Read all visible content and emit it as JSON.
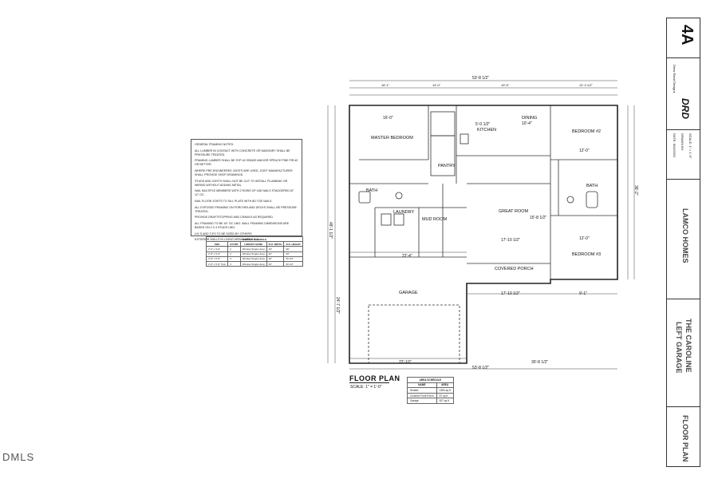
{
  "watermark": "DMLS",
  "plan": {
    "title": "FLOOR PLAN",
    "scale": "SCALE: 1\" = 1'-0\"",
    "rooms": {
      "master_bedroom": "MASTER BEDROOM",
      "kitchen": "KITCHEN",
      "dining": "DINING",
      "pantry": "PANTRY",
      "bath_master": "BATH",
      "laundry": "LAUNDRY",
      "mud_room": "MUD ROOM",
      "great_room": "GREAT ROOM",
      "bedroom2": "BEDROOM #2",
      "bath_hall": "BATH",
      "bedroom3": "BEDROOM #3",
      "covered_porch": "COVERED PORCH",
      "garage": "GARAGE"
    },
    "dimensions": {
      "overall_top": "53'-8 1/2\"",
      "overall_bottom": "53'-8 1/2\"",
      "top_a": "16'-1\"",
      "top_b": "14'-0\"",
      "top_c": "19'-5\"",
      "top_d": "12'-3 1/2\"",
      "master_w": "16'-0\"",
      "dining_w": "10'-4\"",
      "kitchen_w": "5'-0 1/2\"",
      "great_w": "17'-10 1/2\"",
      "great_h": "15'-8 1/2\"",
      "bed2_w": "12'-0\"",
      "bed3_w": "12'-0\"",
      "left_overall": "48'-1 1/2\"",
      "right_overall": "36'-2\"",
      "garage_w": "22'-4\"",
      "garage_bottom": "22'-10\"",
      "porch_bottom": "30'-8 1/2\"",
      "porch_w": "17'-10 1/2\"",
      "garage_h": "24'-7 1/2\"",
      "right_d": "9'-1\""
    }
  },
  "notes": {
    "heading": "GENERAL FRAMING NOTES:",
    "items": [
      "ALL LUMBER IN CONTACT WITH CONCRETE OR MASONRY SHALL BE PRESSURE TREATED.",
      "FRAMING LUMBER SHALL BE SYP #2 GRADE AND/OR SPRUCE PINE FIR #2 OR BETTER.",
      "WHERE PRE-ENGINEERED JOISTS ARE USED, JOIST MANUFACTURER SHALL PROVIDE SHOP DRAWINGS.",
      "STUDS AND JOISTS SHALL NOT BE CUT TO INSTALL PLUMBING OR WIRING WITHOUT ADDING METAL.",
      "NAIL MULTIPLE MEMBERS WITH 2 ROWS OF 16d NAILS STAGGERED AT 12\" OC.",
      "NAIL FLOOR JOISTS TO SILL PLATE WITH 8d TOE NAILS.",
      "ALL EXPOSED FRAMING ON PORCHES AND DECKS SHALL BE PRESSURE TREATED.",
      "PROVIDE DRAFTSTOPPING AND CRAWLS AS REQUIRED.",
      "ALL FRAMING TO BE 16\" OC UNO. WALL FRAMING DIMENSIONS ARE BASED ON 2 X 4 STUDS UNO.",
      "LVL'S AND TJI'S TO BE SIZED BY OTHERS.",
      "EXTERIOR WALLS IN LIVING AREAS ARE 2 X 4."
    ]
  },
  "window_schedule": {
    "title": "WINDOW SCHEDULE",
    "headers": [
      "SIZE",
      "COUNT",
      "LIBRARY NAME",
      "R.O. WIDTH",
      "R.O. HEIGHT"
    ],
    "rows": [
      [
        "2'-0\" x 3'-0\"",
        "2",
        "Window Single Hung",
        "24\"",
        "36\""
      ],
      [
        "2'-8\" x 5'-0\"",
        "3",
        "Window Single Hung",
        "32\"",
        "60\""
      ],
      [
        "2'-8\" x 5'-0\"",
        "4",
        "Window Single Hung",
        "32\"",
        "60 1/2\""
      ],
      [
        "2'-8\" x 5'-0\" Twin",
        "3",
        "Window Single Hung",
        "64\"",
        "60 1/2\""
      ]
    ]
  },
  "area_schedule": {
    "title": "AREA SCHEDULE",
    "headers": [
      "NAME",
      "AREA"
    ],
    "rows": [
      [
        "Heated",
        "1384 sq ft"
      ],
      [
        "Covered Front Porch",
        "87 sq ft"
      ],
      [
        "Garage",
        "527 sq ft"
      ]
    ]
  },
  "title_block": {
    "company": "4A",
    "designer": "DRD",
    "designer_info": "Drew Rand Designs",
    "scale": "SCALE: 1\" = 1'-0\"",
    "drawn_by": "DRAWN BY:",
    "date": "DATE: 6/10/2022",
    "client": "LAMCO HOMES",
    "project_line1": "THE CAROLINE",
    "project_line2": "LEFT GARAGE",
    "sheet": "FLOOR PLAN"
  }
}
